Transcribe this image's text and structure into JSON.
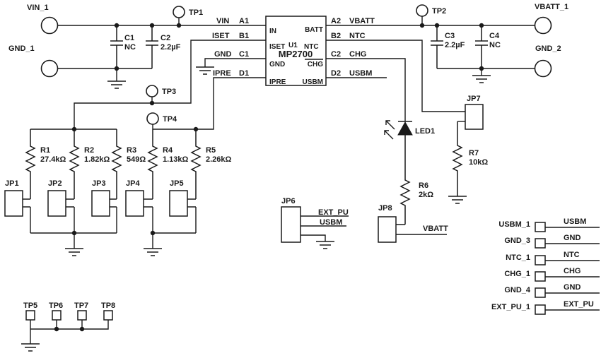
{
  "ic": {
    "refdes": "U1",
    "part": "MP2700",
    "left_pins": [
      {
        "net": "VIN",
        "pin": "A1",
        "name": "IN"
      },
      {
        "net": "ISET",
        "pin": "B1",
        "name": "ISET"
      },
      {
        "net": "GND",
        "pin": "C1",
        "name": "GND"
      },
      {
        "net": "IPRE",
        "pin": "D1",
        "name": "IPRE"
      }
    ],
    "right_pins": [
      {
        "pin": "A2",
        "net": "VBATT",
        "name": "BATT"
      },
      {
        "pin": "B2",
        "net": "NTC",
        "name": "NTC"
      },
      {
        "pin": "C2",
        "net": "CHG",
        "name": "CHG"
      },
      {
        "pin": "D2",
        "net": "USBM",
        "name": "USBM"
      }
    ]
  },
  "terminals": {
    "vin_1": "VIN_1",
    "gnd_1": "GND_1",
    "vbatt_1": "VBATT_1",
    "gnd_2": "GND_2"
  },
  "test_points": {
    "tp1": "TP1",
    "tp2": "TP2",
    "tp3": "TP3",
    "tp4": "TP4",
    "tp5": "TP5",
    "tp6": "TP6",
    "tp7": "TP7",
    "tp8": "TP8"
  },
  "capacitors": {
    "c1": {
      "ref": "C1",
      "value": "NC"
    },
    "c2": {
      "ref": "C2",
      "value": "2.2µF"
    },
    "c3": {
      "ref": "C3",
      "value": "2.2µF"
    },
    "c4": {
      "ref": "C4",
      "value": "NC"
    }
  },
  "resistors": {
    "r1": {
      "ref": "R1",
      "value": "27.4kΩ"
    },
    "r2": {
      "ref": "R2",
      "value": "1.82kΩ"
    },
    "r3": {
      "ref": "R3",
      "value": "549Ω"
    },
    "r4": {
      "ref": "R4",
      "value": "1.13kΩ"
    },
    "r5": {
      "ref": "R5",
      "value": "2.26kΩ"
    },
    "r6": {
      "ref": "R6",
      "value": "2kΩ"
    },
    "r7": {
      "ref": "R7",
      "value": "10kΩ"
    }
  },
  "jumpers": {
    "jp1": "JP1",
    "jp2": "JP2",
    "jp3": "JP3",
    "jp4": "JP4",
    "jp5": "JP5",
    "jp6": "JP6",
    "jp7": "JP7",
    "jp8": "JP8"
  },
  "led": {
    "ref": "LED1"
  },
  "net_labels": {
    "jp6_ext_pu": "EXT_PU",
    "jp6_usbm": "USBM",
    "jp8_vbatt": "VBATT"
  },
  "connector_pads": [
    {
      "pad": "USBM_1",
      "net": "USBM"
    },
    {
      "pad": "GND_3",
      "net": "GND"
    },
    {
      "pad": "NTC_1",
      "net": "NTC"
    },
    {
      "pad": "CHG_1",
      "net": "CHG"
    },
    {
      "pad": "GND_4",
      "net": "GND"
    },
    {
      "pad": "EXT_PU_1",
      "net": "EXT_PU"
    }
  ]
}
